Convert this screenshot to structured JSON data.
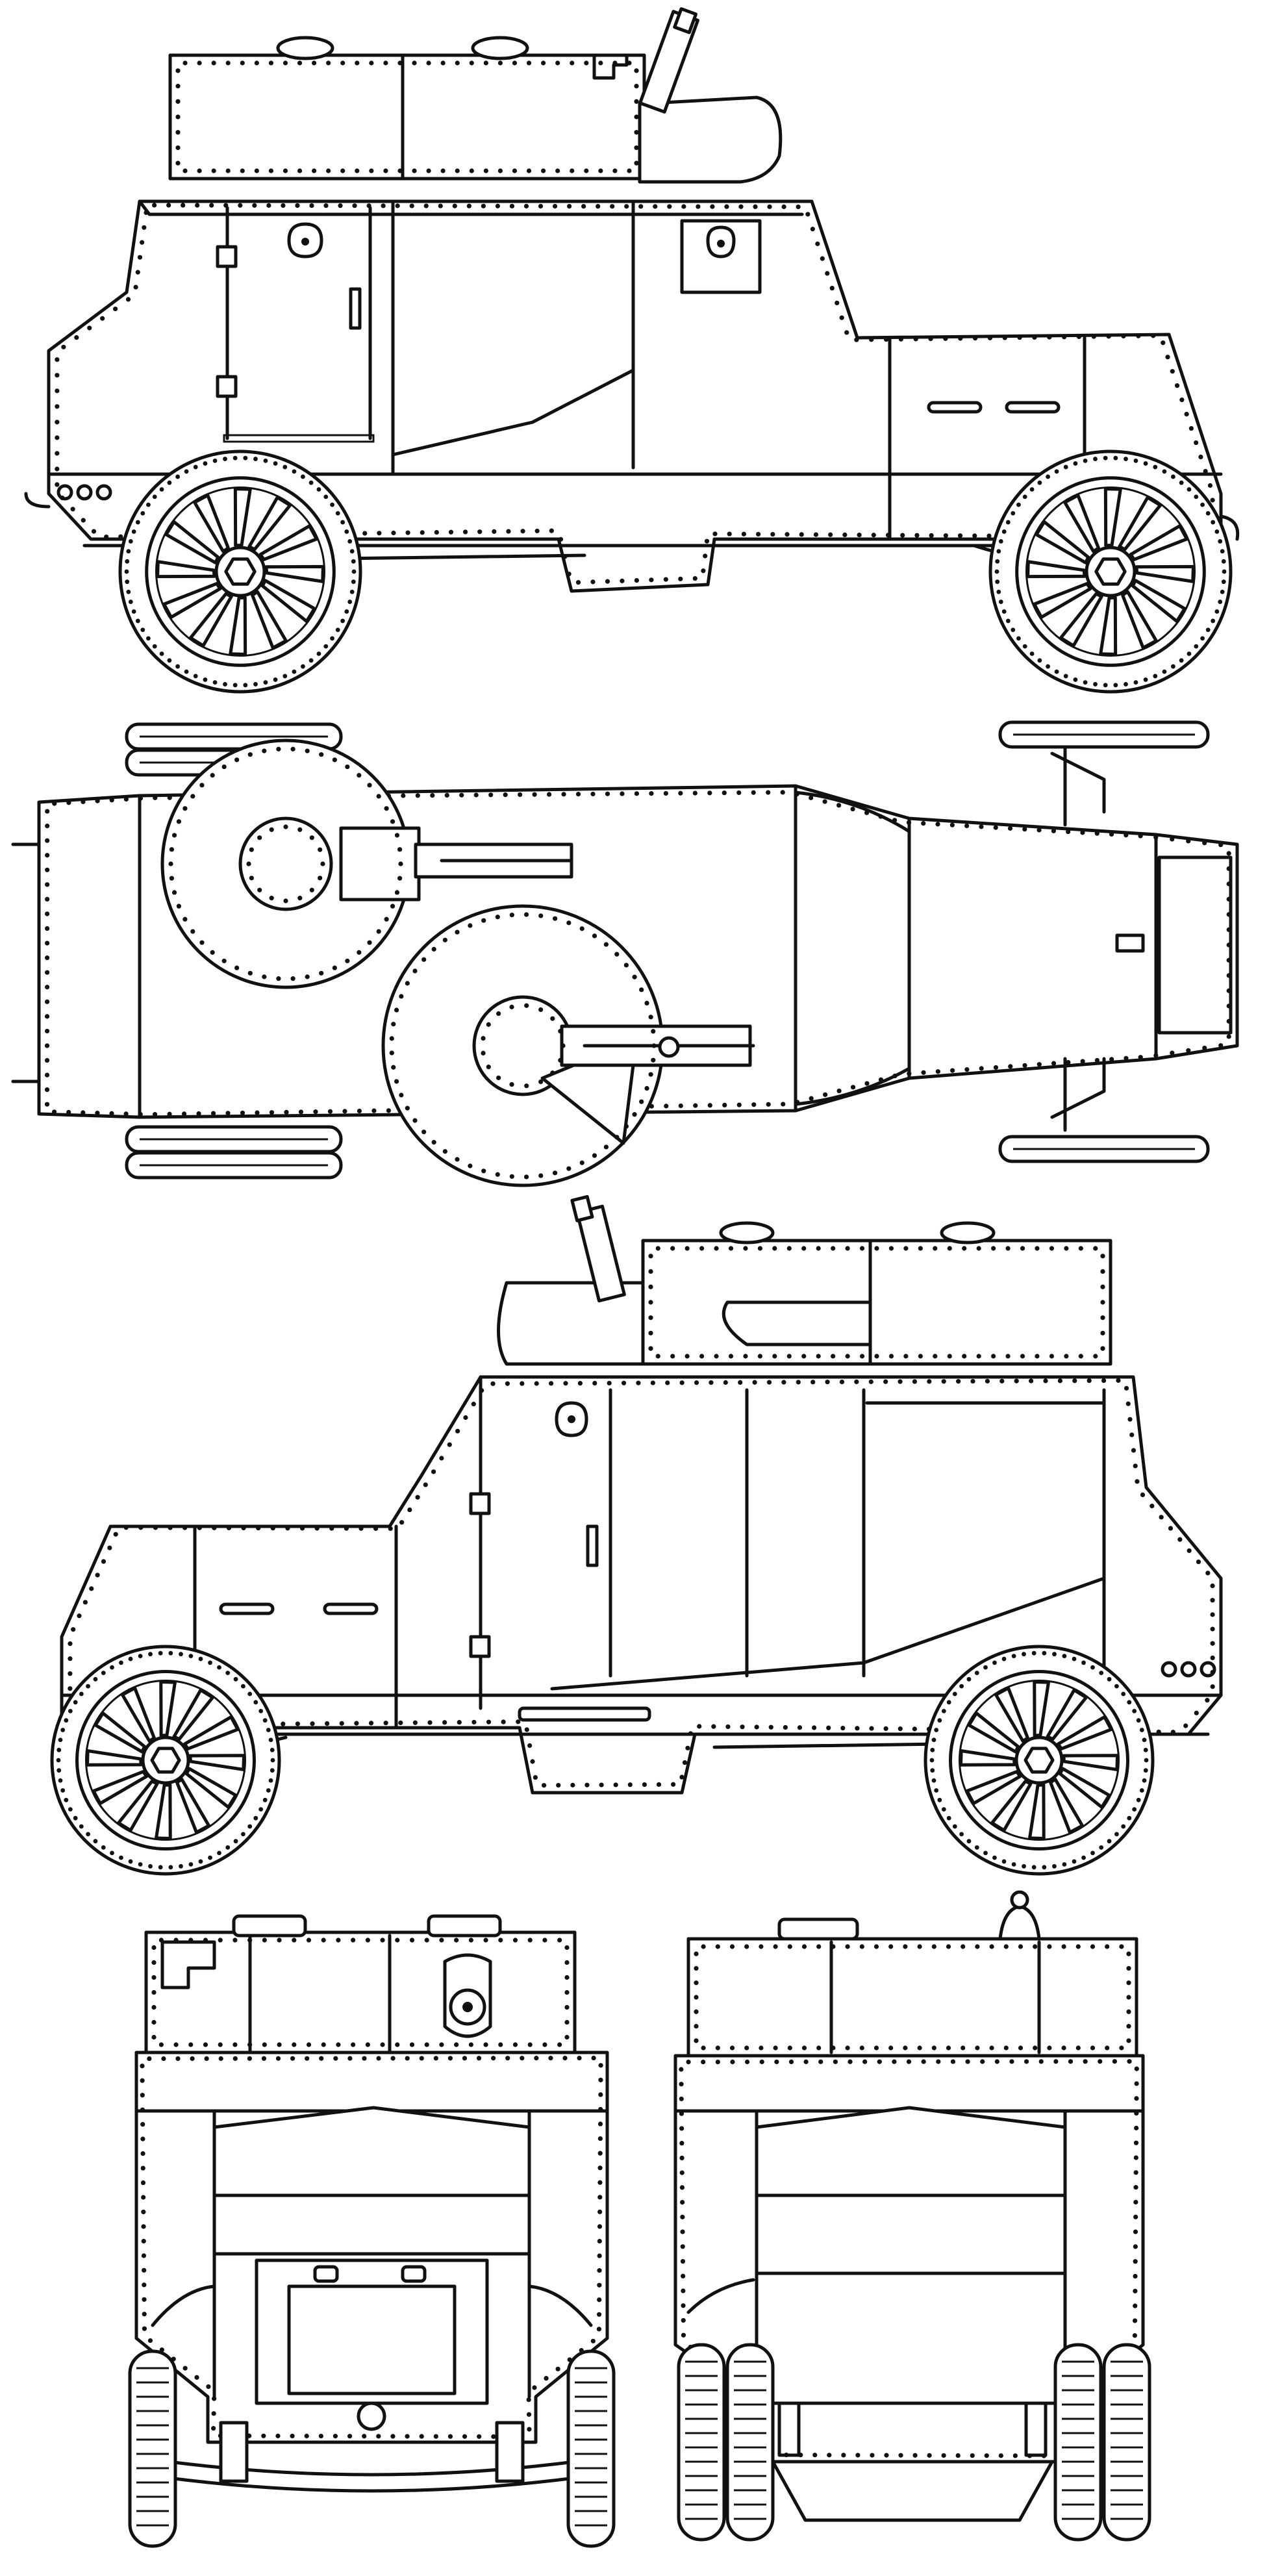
{
  "drawing": {
    "views": [
      "left-side",
      "top",
      "right-side",
      "front",
      "rear"
    ],
    "ink_color": "#111111",
    "paper_color": "#ffffff",
    "rivet_pitch": 22,
    "wheel_spokes": 12
  }
}
